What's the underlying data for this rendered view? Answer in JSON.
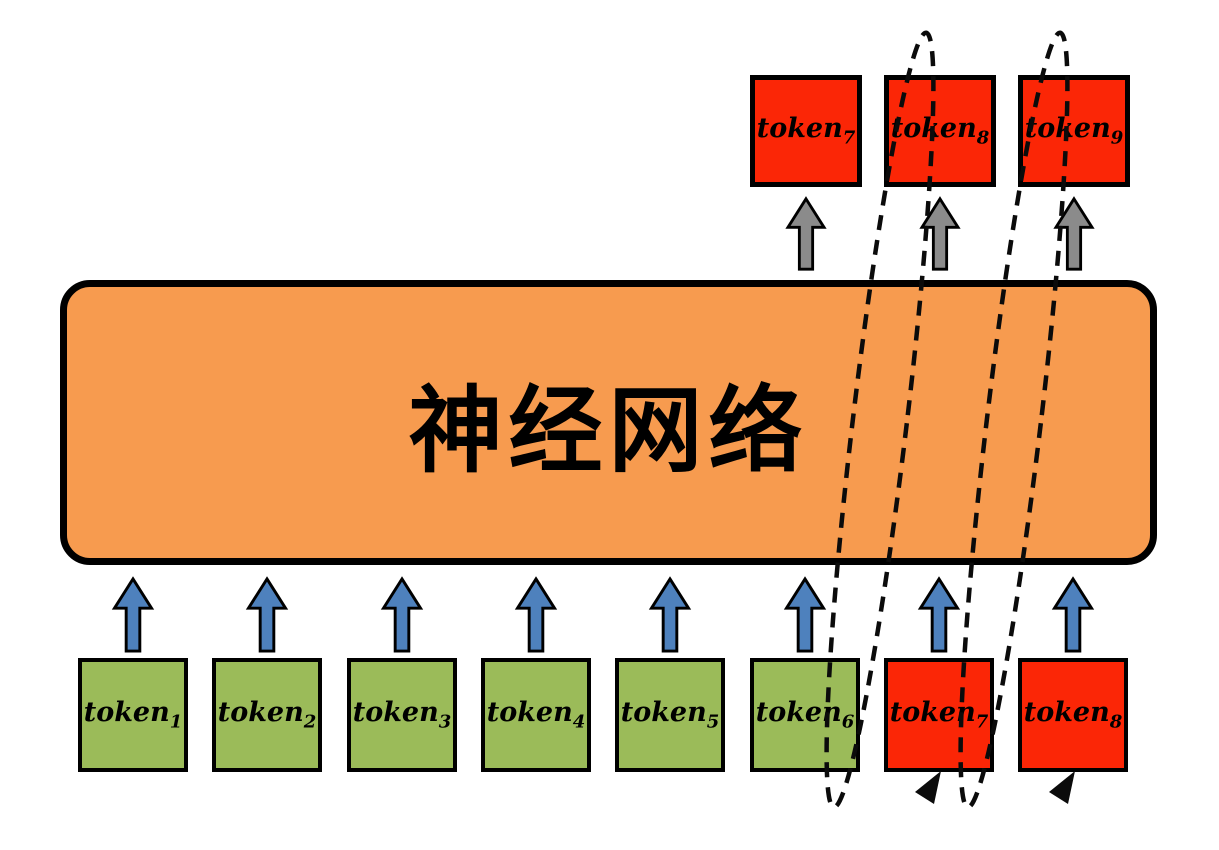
{
  "colors": {
    "background": "#ffffff",
    "box_border": "#000000",
    "green_token": "#9bbb59",
    "red_token": "#fb2606",
    "network_box": "#f79b4f",
    "input_arrow": "#4e81bd",
    "output_arrow": "#8b8b8b",
    "loop_stroke": "#0b0b0b"
  },
  "network": {
    "label": "神经网络"
  },
  "bottom_tokens": [
    {
      "base": "token",
      "sub": "1",
      "color": "green"
    },
    {
      "base": "token",
      "sub": "2",
      "color": "green"
    },
    {
      "base": "token",
      "sub": "3",
      "color": "green"
    },
    {
      "base": "token",
      "sub": "4",
      "color": "green"
    },
    {
      "base": "token",
      "sub": "5",
      "color": "green"
    },
    {
      "base": "token",
      "sub": "6",
      "color": "green"
    },
    {
      "base": "token",
      "sub": "7",
      "color": "red"
    },
    {
      "base": "token",
      "sub": "8",
      "color": "red"
    }
  ],
  "top_tokens": [
    {
      "base": "token",
      "sub": "7",
      "color": "red"
    },
    {
      "base": "token",
      "sub": "8",
      "color": "red"
    },
    {
      "base": "token",
      "sub": "9",
      "color": "red"
    }
  ],
  "loops": [
    {
      "from": "output token 7",
      "to": "input token 7",
      "style": "dashed"
    },
    {
      "from": "output token 8",
      "to": "input token 8",
      "style": "dashed"
    }
  ]
}
